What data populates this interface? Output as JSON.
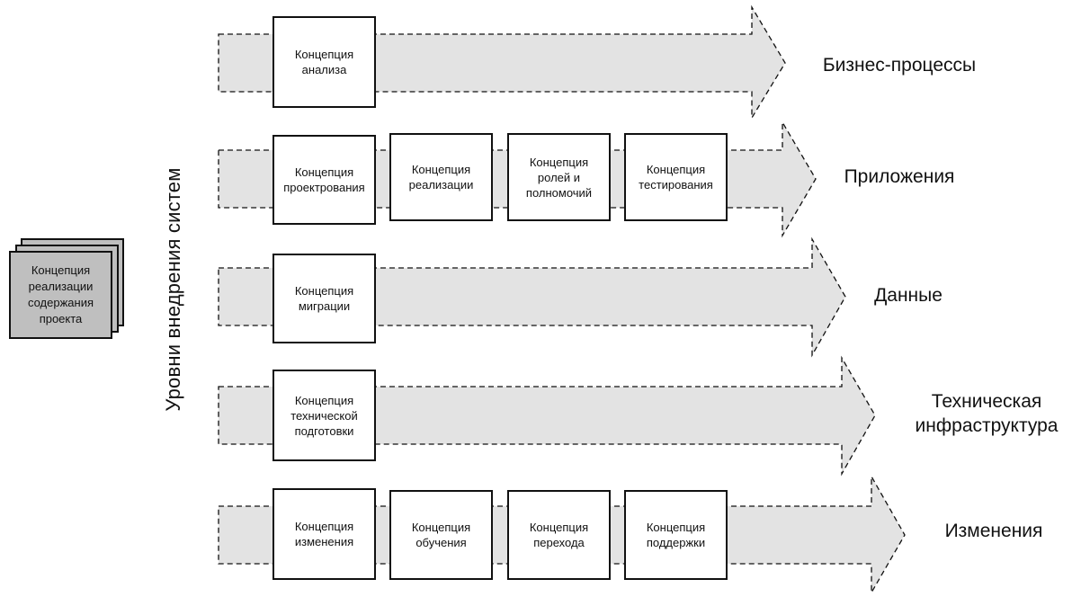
{
  "stack": {
    "label": "Концепция\nреализации\nсодержания\nпроекта"
  },
  "axis_label": "Уровни внедрения систем",
  "lanes": [
    {
      "label": "Бизнес-процессы",
      "boxes": [
        "Концепция\nанализа"
      ]
    },
    {
      "label": "Приложения",
      "boxes": [
        "Концепция\nпроектрования",
        "Концепция\nреализации",
        "Концепция\nролей и\nполномочий",
        "Концепция\nтестирования"
      ]
    },
    {
      "label": "Данные",
      "boxes": [
        "Концепция\nмиграции"
      ]
    },
    {
      "label": "Техническая\nинфраструктура",
      "boxes": [
        "Концепция\nтехнической\nподготовки"
      ]
    },
    {
      "label": "Изменения",
      "boxes": [
        "Концепция\nизменения",
        "Концепция\nобучения",
        "Концепция\nперехода",
        "Концепция\nподдержки"
      ]
    }
  ],
  "colors": {
    "arrow_fill": "#e3e3e3",
    "stack_fill": "#bfbfbf",
    "stroke": "#111111"
  }
}
